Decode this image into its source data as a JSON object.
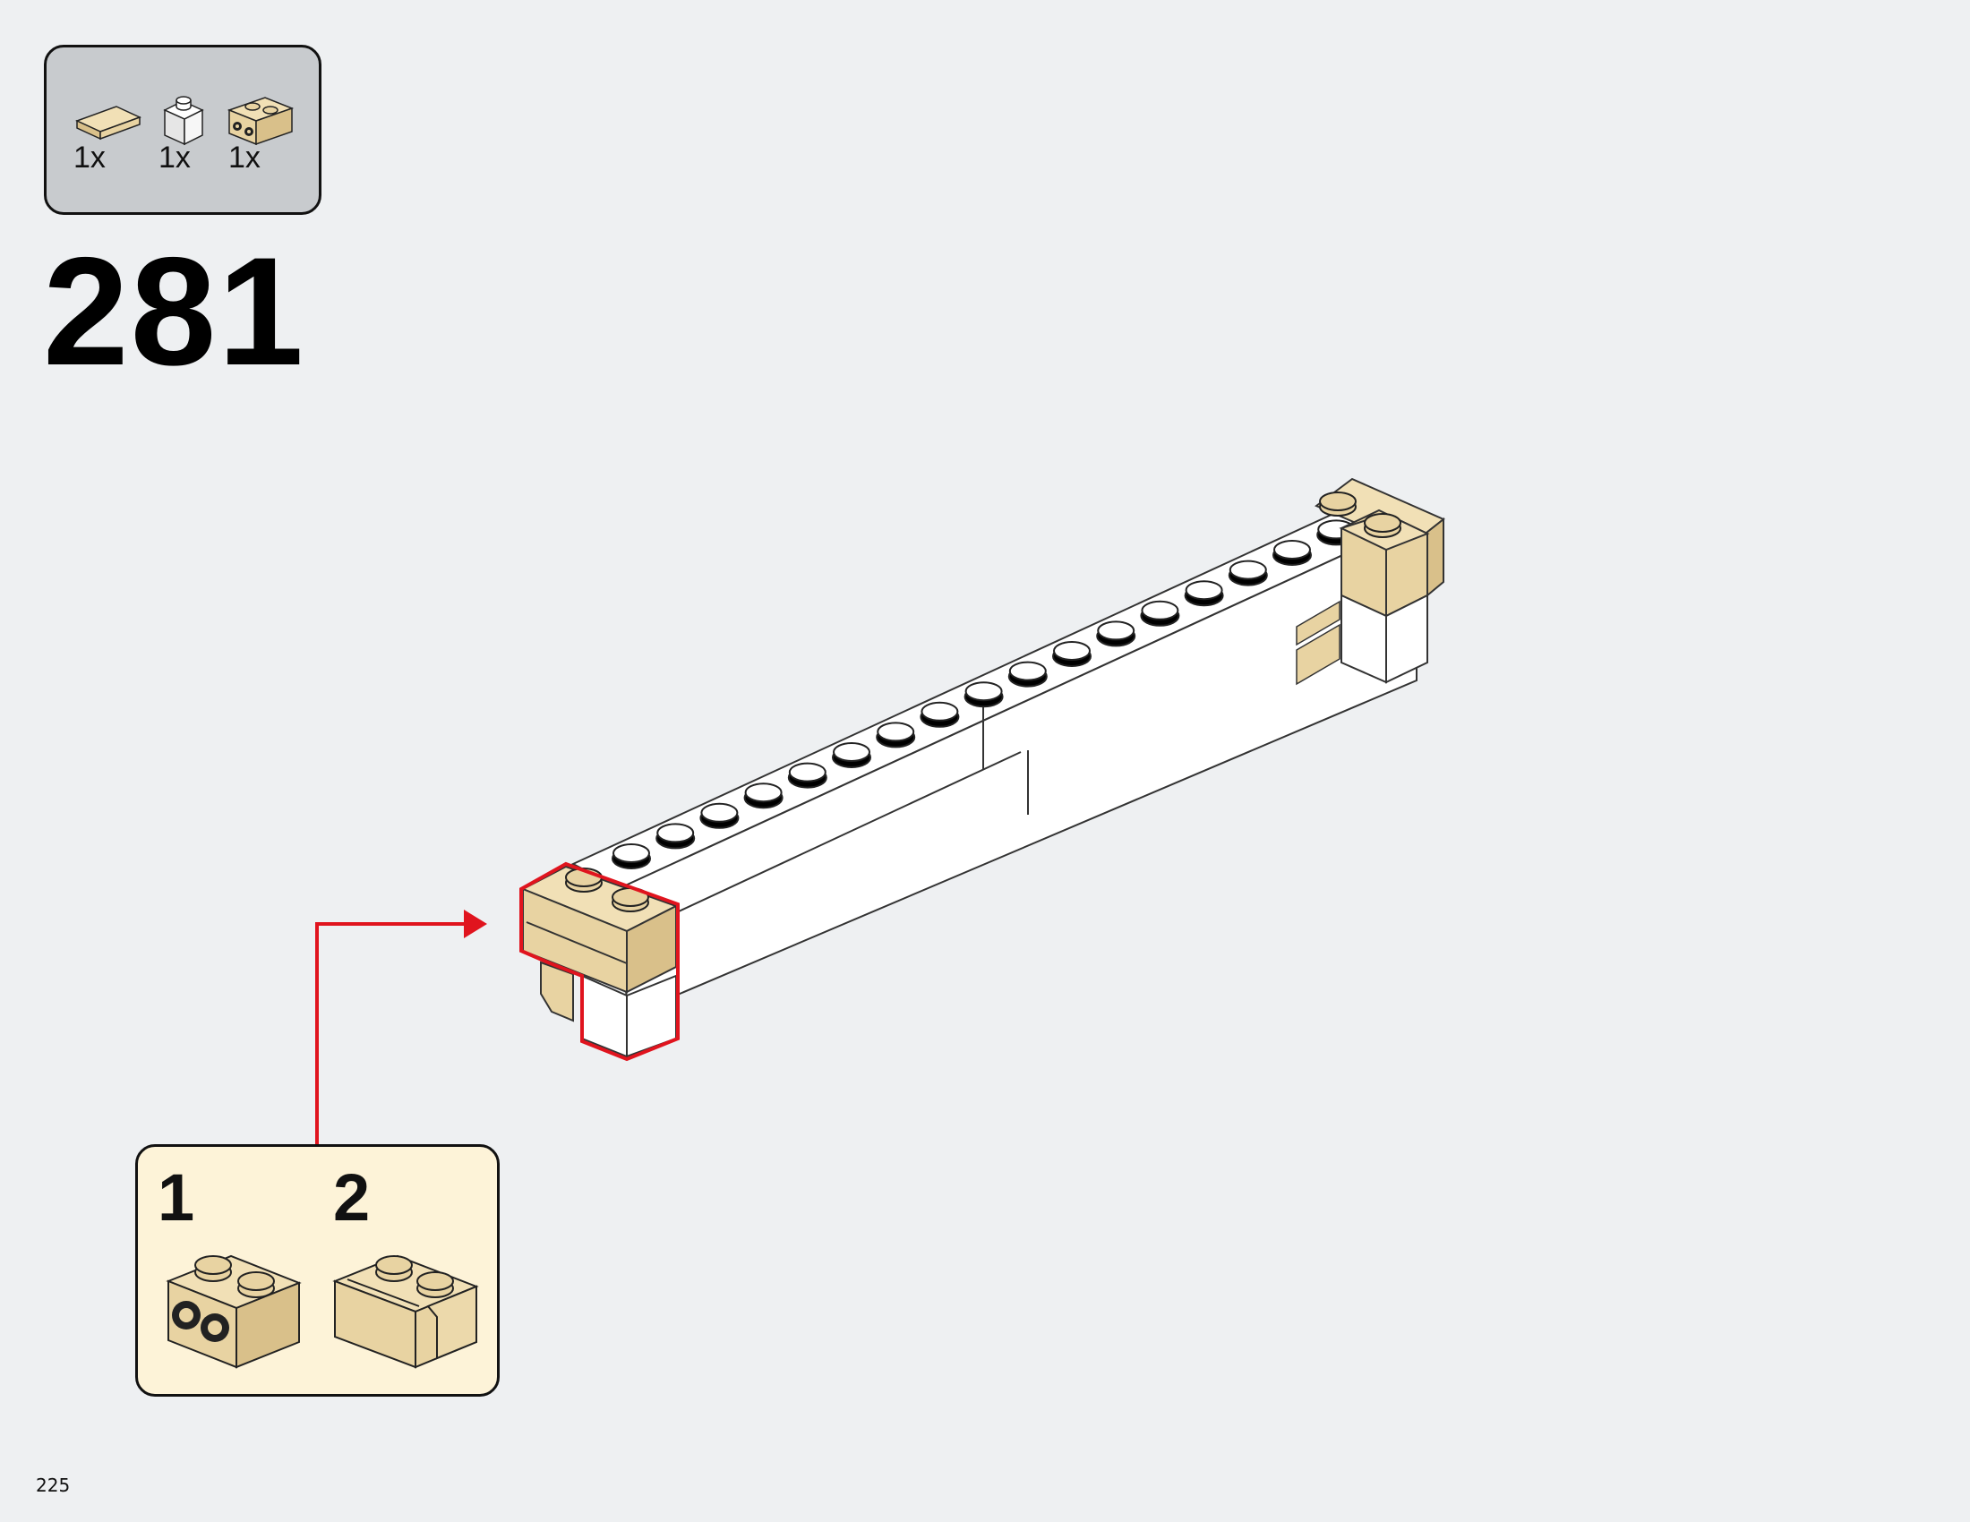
{
  "parts_list": {
    "items": [
      {
        "icon": "tan-1x2-tile-icon",
        "color": "#e8d3a2",
        "count": "1x"
      },
      {
        "icon": "white-1x1-brick-icon",
        "color": "#ffffff",
        "count": "1x"
      },
      {
        "icon": "tan-1x2-brick-with-studs-on-side-icon",
        "color": "#e8d3a2",
        "count": "1x"
      }
    ]
  },
  "step": {
    "number": "281"
  },
  "callout": {
    "color": "#e0141e",
    "substeps": [
      {
        "number": "1",
        "icon": "tan-brick-with-side-studs-icon"
      },
      {
        "number": "2",
        "icon": "tan-brick-with-tile-attached-icon"
      }
    ]
  },
  "page": {
    "number": "225"
  }
}
